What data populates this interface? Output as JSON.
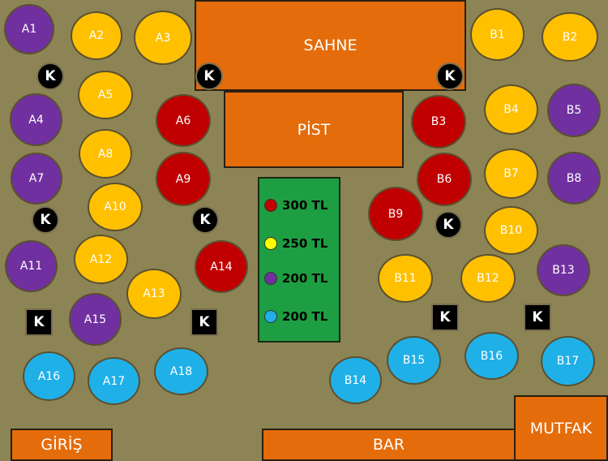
{
  "zones": {
    "stage": "SAHNE",
    "dance_floor": "PİST",
    "entrance": "GİRİŞ",
    "bar": "BAR",
    "kitchen": "MUTFAK"
  },
  "colors": {
    "background": "#8c8455",
    "zone": "#e46c0a",
    "legend_bg": "#1e9e42",
    "red": "#c00000",
    "yellow": "#ffc000",
    "purple": "#7030a0",
    "blue": "#1fb0e8",
    "kiosk": "#000000"
  },
  "legend": [
    {
      "color": "red",
      "label": "300 TL"
    },
    {
      "color": "yellow",
      "label": "250 TL"
    },
    {
      "color": "purple",
      "label": "200 TL"
    },
    {
      "color": "blue",
      "label": "200 TL"
    }
  ],
  "kiosk_label": "K",
  "tables": [
    {
      "label": "A1",
      "color": "purple"
    },
    {
      "label": "A2",
      "color": "yellow"
    },
    {
      "label": "A3",
      "color": "yellow"
    },
    {
      "label": "A4",
      "color": "purple"
    },
    {
      "label": "A5",
      "color": "yellow"
    },
    {
      "label": "A6",
      "color": "red"
    },
    {
      "label": "A7",
      "color": "purple"
    },
    {
      "label": "A8",
      "color": "yellow"
    },
    {
      "label": "A9",
      "color": "red"
    },
    {
      "label": "A10",
      "color": "yellow"
    },
    {
      "label": "A11",
      "color": "purple"
    },
    {
      "label": "A12",
      "color": "yellow"
    },
    {
      "label": "A13",
      "color": "yellow"
    },
    {
      "label": "A14",
      "color": "red"
    },
    {
      "label": "A15",
      "color": "purple"
    },
    {
      "label": "A16",
      "color": "blue"
    },
    {
      "label": "A17",
      "color": "blue"
    },
    {
      "label": "A18",
      "color": "blue"
    },
    {
      "label": "B1",
      "color": "yellow"
    },
    {
      "label": "B2",
      "color": "yellow"
    },
    {
      "label": "B3",
      "color": "red"
    },
    {
      "label": "B4",
      "color": "yellow"
    },
    {
      "label": "B5",
      "color": "purple"
    },
    {
      "label": "B6",
      "color": "red"
    },
    {
      "label": "B7",
      "color": "yellow"
    },
    {
      "label": "B8",
      "color": "purple"
    },
    {
      "label": "B9",
      "color": "red"
    },
    {
      "label": "B10",
      "color": "yellow"
    },
    {
      "label": "B11",
      "color": "yellow"
    },
    {
      "label": "B12",
      "color": "yellow"
    },
    {
      "label": "B13",
      "color": "purple"
    },
    {
      "label": "B14",
      "color": "blue"
    },
    {
      "label": "B15",
      "color": "blue"
    },
    {
      "label": "B16",
      "color": "blue"
    },
    {
      "label": "B17",
      "color": "blue"
    }
  ]
}
